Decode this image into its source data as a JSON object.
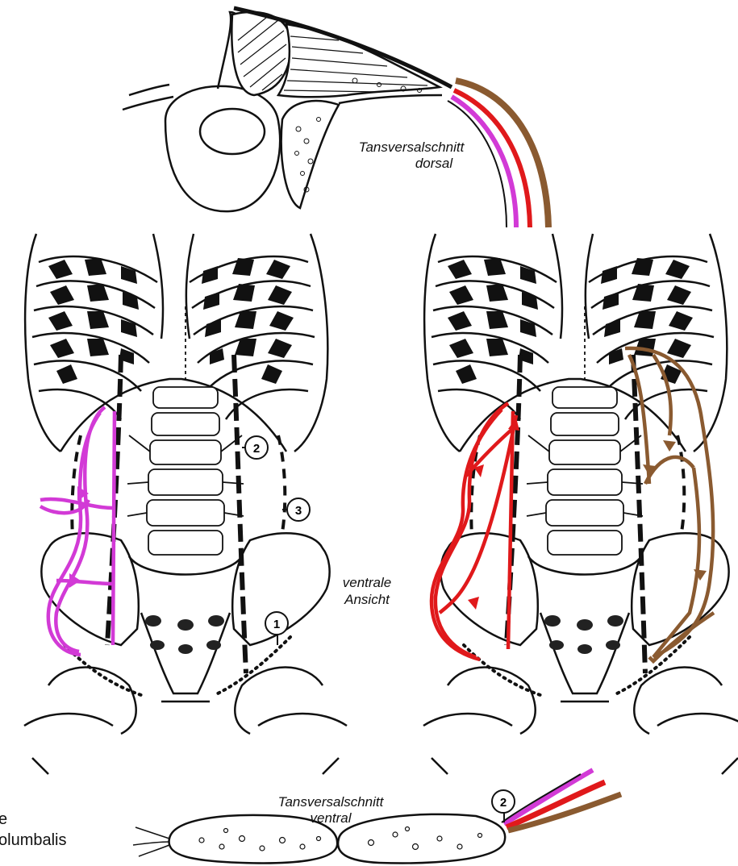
{
  "labels": {
    "transverse_dorsal_line1": "Tansversalschnitt",
    "transverse_dorsal_line2": "dorsal",
    "ventral_view_line1": "ventrale",
    "ventral_view_line2": "Ansicht",
    "transverse_ventral_line1": "Tansversalschnitt",
    "transverse_ventral_line2": "ventral",
    "edge_text_line1": "e",
    "edge_text_line2": "olumbalis"
  },
  "markers": {
    "m1": "1",
    "m2": "2",
    "m3": "3",
    "m2_lower": "2"
  },
  "colors": {
    "magenta": "#d23ad6",
    "red": "#e0191b",
    "brown": "#8a5a30",
    "ink": "#111111"
  }
}
